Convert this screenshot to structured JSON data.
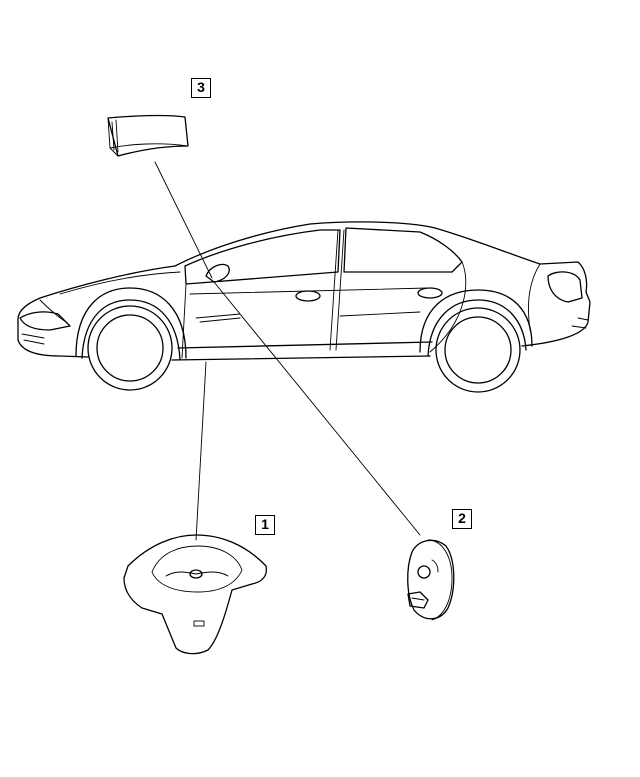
{
  "callouts": [
    {
      "id": "callout-1",
      "label": "1",
      "part": "steering-wheel-airbag"
    },
    {
      "id": "callout-2",
      "label": "2",
      "part": "clockspring"
    },
    {
      "id": "callout-3",
      "label": "3",
      "part": "side-curtain-airbag"
    }
  ],
  "colors": {
    "ink": "#000000",
    "background": "#ffffff"
  },
  "icons": [
    "sedan-car-illustration",
    "steering-wheel-airbag-icon",
    "clockspring-icon",
    "curtain-airbag-icon"
  ]
}
